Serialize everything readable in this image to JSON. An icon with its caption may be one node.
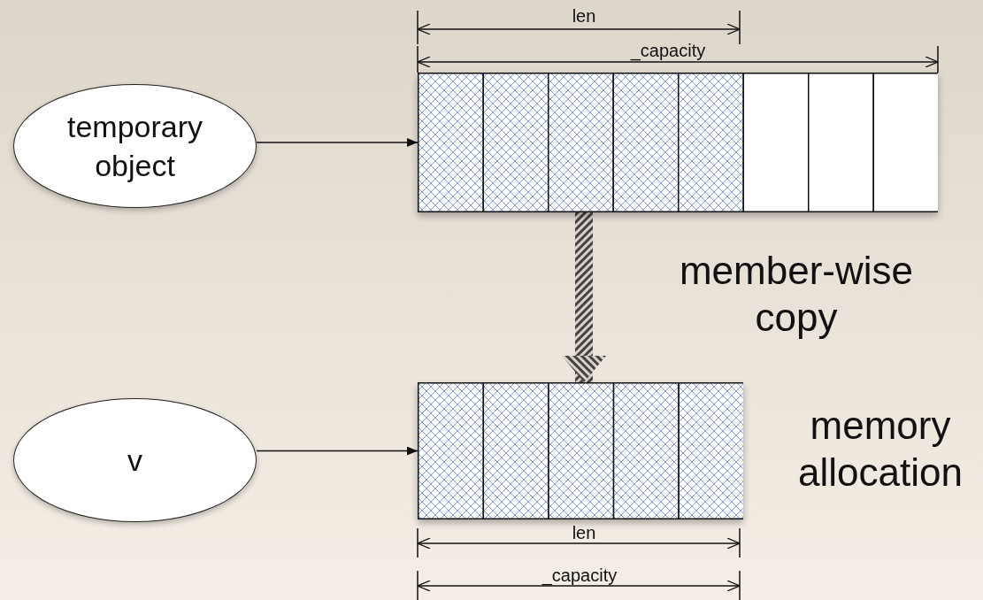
{
  "diagram": {
    "nodes": [
      {
        "text": [
          "temporary object"
        ]
      },
      {
        "text": [],
        "shape": "box"
      },
      {
        "text": [
          "v"
        ]
      },
      {
        "text": [],
        "shape": "box"
      }
    ],
    "edges": [
      {
        "from": 0,
        "to": 1,
        "arrow": "to"
      },
      {
        "from": 1,
        "to": 3,
        "arrow": "to",
        "style": "thick",
        "label": "member-wise copy"
      },
      {
        "from": 2,
        "to": 3,
        "arrow": "to"
      }
    ],
    "labels": [
      "len",
      "_capacity",
      "memory allocation",
      "len",
      "_capacity"
    ]
  }
}
